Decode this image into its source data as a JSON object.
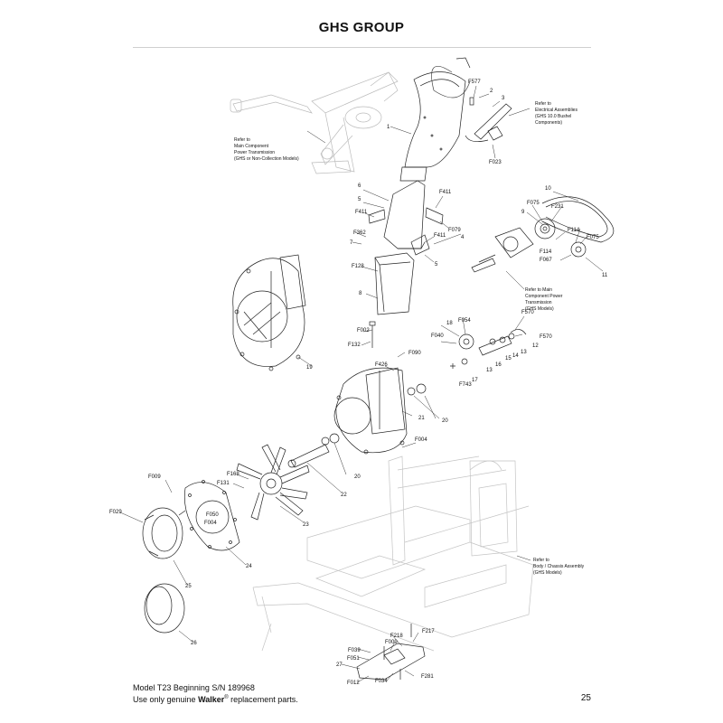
{
  "page": {
    "title": "GHS GROUP",
    "footer_line1": "Model T23 Beginning S/N 189968",
    "footer_line2_pre": "Use only genuine ",
    "footer_brand": "Walker",
    "footer_reg": "®",
    "footer_line2_post": " replacement parts.",
    "page_number": "25"
  },
  "notes": {
    "main_component": [
      "Refer to",
      "Main Component",
      "Power Transmission",
      "(GHS or Non-Collection Models)"
    ],
    "electrical": [
      "Refer to",
      "Electrical Assemblies",
      "(GHS 10.0 Bushel",
      "Components)"
    ],
    "main_power": [
      "Refer to Main",
      "Component Power",
      "Transmission",
      "(GHS Models)"
    ],
    "body_chassis": [
      "Refer to",
      "Body / Chassis Assembly",
      "(GHS Models)"
    ]
  },
  "callouts": {
    "c_f577": "F577",
    "c_2": "2",
    "c_3": "3",
    "c_1": "1",
    "c_f023": "F023",
    "c_6": "6",
    "c_5a": "5",
    "c_f411a": "F411",
    "c_f411b": "F411",
    "c_f079": "F079",
    "c_7": "7",
    "c_f362": "F362",
    "c_f411c": "F411",
    "c_4": "4",
    "c_5b": "5",
    "c_f128": "F128",
    "c_8": "8",
    "c_f002": "F002",
    "c_f132": "F132",
    "c_10": "10",
    "c_f075a": "F075",
    "c_9": "9",
    "c_f231": "F231",
    "c_f114a": "F114",
    "c_f114b": "F114",
    "c_f075b": "F075",
    "c_f067": "F067",
    "c_11": "11",
    "c_f570a": "F570",
    "c_18": "18",
    "c_f054": "F054",
    "c_f570b": "F570",
    "c_12": "12",
    "c_13a": "13",
    "c_14": "14",
    "c_15": "15",
    "c_16": "16",
    "c_13b": "13",
    "c_17": "17",
    "c_f743": "F743",
    "c_f040": "F040",
    "c_f090": "F090",
    "c_f426": "F426",
    "c_19": "19",
    "c_21": "21",
    "c_20a": "20",
    "c_f004a": "F004",
    "c_20b": "20",
    "c_22": "22",
    "c_f009a": "F009",
    "c_f168": "F168",
    "c_f131": "F131",
    "c_f050": "F050",
    "c_f004b": "F004",
    "c_23": "23",
    "c_f029": "F029",
    "c_24": "24",
    "c_25": "25",
    "c_26": "26",
    "c_f218": "F218",
    "c_f217": "F217",
    "c_f009b": "F009",
    "c_f039": "F039",
    "c_f051": "F051",
    "c_27": "27",
    "c_f281": "F281",
    "c_f034": "F034",
    "c_f012": "F012"
  }
}
